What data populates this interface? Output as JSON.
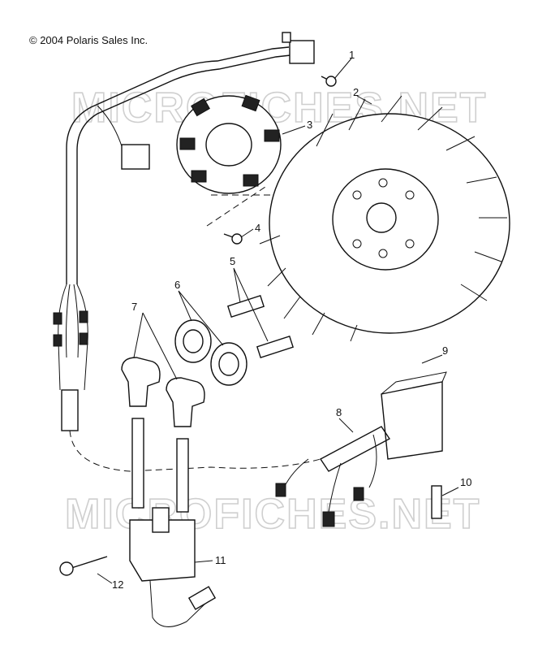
{
  "copyright": "© 2004 Polaris Sales Inc.",
  "watermark": "MICROFICHES.NET",
  "callouts": [
    "1",
    "2",
    "3",
    "4",
    "5",
    "6",
    "7",
    "8",
    "9",
    "10",
    "11",
    "12"
  ]
}
